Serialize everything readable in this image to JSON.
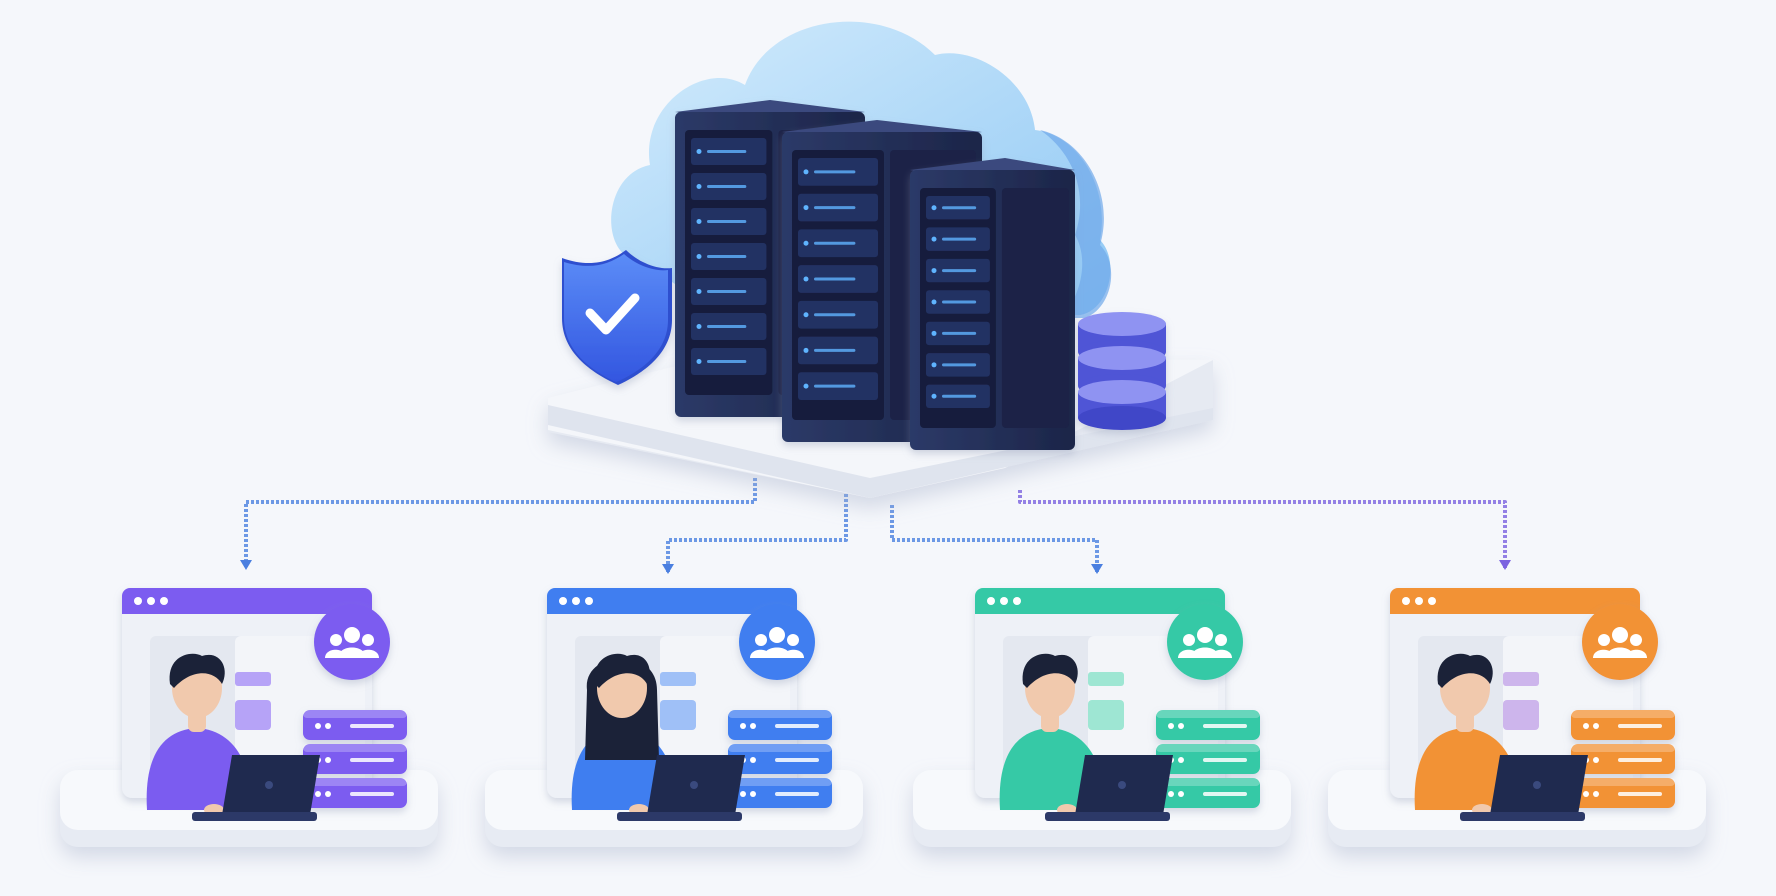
{
  "colors": {
    "background": "#f5f7fb",
    "cloud_light": "#bfe0fa",
    "cloud_dark": "#7dbdf2",
    "rack_body": "#1f2a4f",
    "rack_front": "#2a3866",
    "rack_led": "#5fb4ff",
    "shield": "#3f6ff2",
    "database": "#5a5fe0",
    "platform": "#eef1f7",
    "connector_blue": "#4a7fe0",
    "connector_purple": "#7b62e0",
    "laptop": "#1f2a4f",
    "skin": "#f1c9ad",
    "hair": "#1b2238"
  },
  "central_hub": {
    "icons": [
      "cloud-icon",
      "server-rack-icon",
      "shield-check-icon",
      "database-icon"
    ],
    "rack_count": 3
  },
  "tenants": [
    {
      "id": "tenant-1",
      "accent": "#7b5cf0",
      "accent_light": "#b6a3f7",
      "user": "man",
      "icons": [
        "users-group-icon",
        "database-stack-icon",
        "laptop-icon"
      ]
    },
    {
      "id": "tenant-2",
      "accent": "#3f7ef0",
      "accent_light": "#9fc0f7",
      "user": "woman",
      "icons": [
        "users-group-icon",
        "database-stack-icon",
        "laptop-icon"
      ]
    },
    {
      "id": "tenant-3",
      "accent": "#36c9a6",
      "accent_light": "#9ee6d3",
      "user": "man",
      "icons": [
        "users-group-icon",
        "database-stack-icon",
        "laptop-icon"
      ]
    },
    {
      "id": "tenant-4",
      "accent": "#f29235",
      "accent_light": "#cdb5ec",
      "user": "man",
      "icons": [
        "users-group-icon",
        "database-stack-icon",
        "laptop-icon"
      ]
    }
  ]
}
